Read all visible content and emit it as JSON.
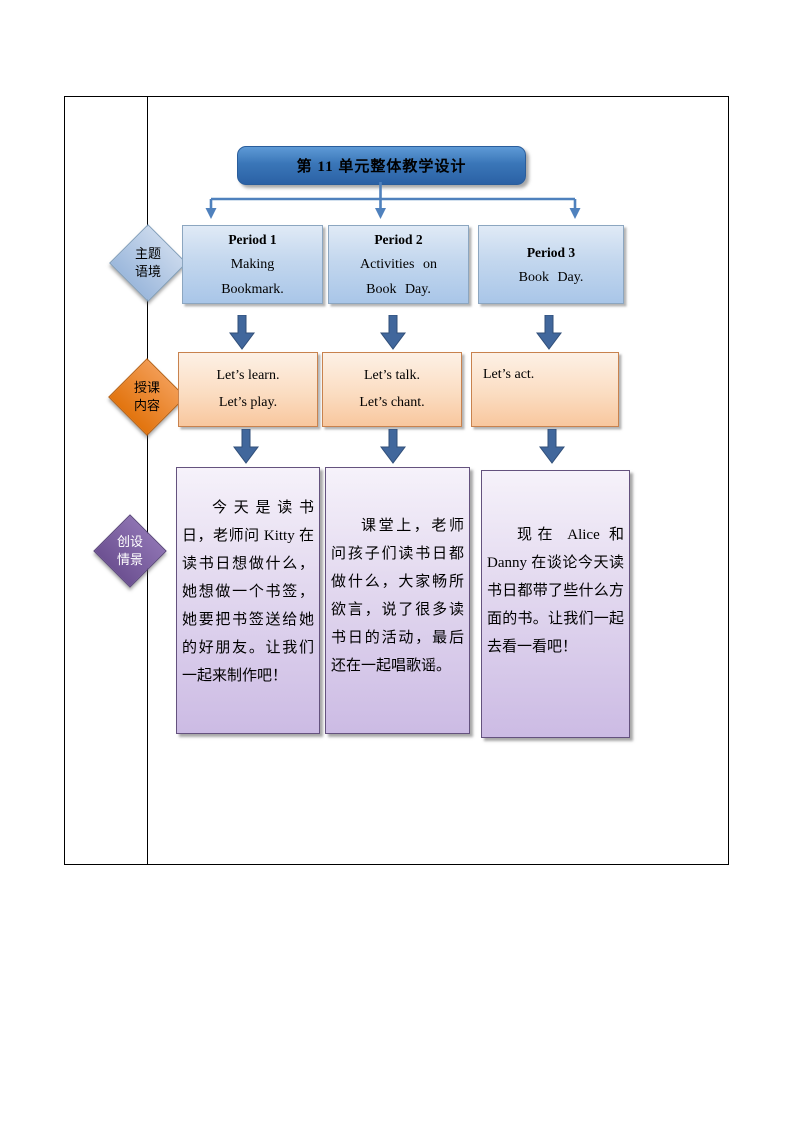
{
  "document": {
    "title_box": {
      "label": "第 11 单元整体教学设计"
    },
    "row_labels": [
      {
        "line1": "主题",
        "line2": "语境"
      },
      {
        "line1": "授课",
        "line2": "内容"
      },
      {
        "line1": "创设",
        "line2": "情景"
      }
    ],
    "periods": [
      {
        "name": "Period 1",
        "line1": "Making",
        "line2": "Bookmark."
      },
      {
        "name": "Period 2",
        "line1": "Activities on",
        "line2": "Book Day."
      },
      {
        "name": "Period 3",
        "line1": "Book Day.",
        "line2": ""
      }
    ],
    "lesson_contents": [
      {
        "line1": "Let’s learn.",
        "line2": "Let’s play."
      },
      {
        "line1": "Let’s talk.",
        "line2": "Let’s chant."
      },
      {
        "line1": "Let’s act.",
        "line2": ""
      }
    ],
    "scenarios": [
      {
        "text": "今天是读书日，老师问 Kitty 在读书日想做什么，她想做一个书签，她要把书签送给她的好朋友。让我们一起来制作吧！"
      },
      {
        "text": "课堂上，老师问孩子们读书日都做什么，大家畅所欲言，说了很多读书日的活动，最后还在一起唱歌谣。"
      },
      {
        "text": "现在 Alice 和 Danny 在谈论今天读书日都带了些什么方面的书。让我们一起去看一看吧！"
      }
    ],
    "colors": {
      "title_fill": "#3a76b8",
      "connector_blue": "#4f81bd",
      "block_arrow": "#41679c",
      "period_fill_top": "#e0eaf6",
      "period_fill_bottom": "#a9c6e8",
      "content_fill_top": "#fdf1e6",
      "content_fill_bottom": "#f8c79e",
      "scenario_fill_top": "#f6f2fa",
      "scenario_fill_bottom": "#ccbbe4",
      "diamond_theme": "#aac3e2",
      "diamond_content": "#e9780f",
      "diamond_scenario": "#7d61a3"
    }
  }
}
